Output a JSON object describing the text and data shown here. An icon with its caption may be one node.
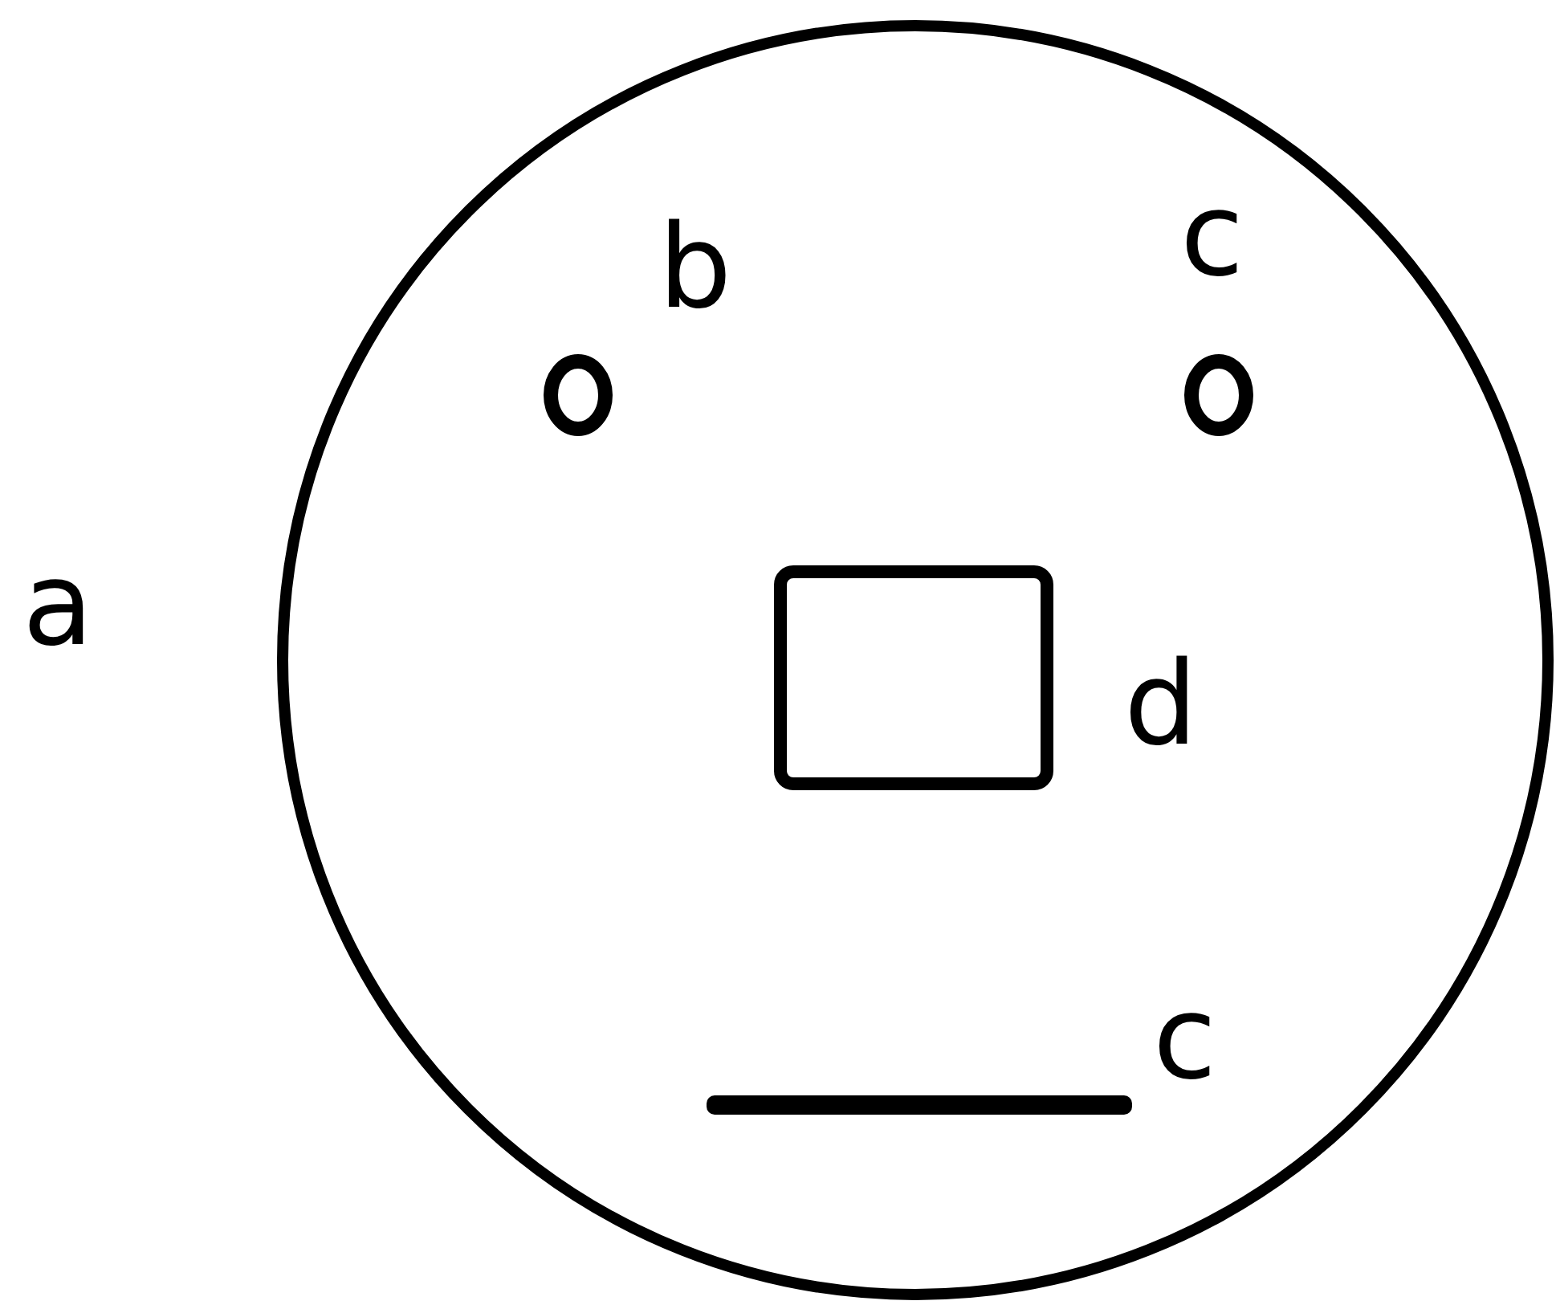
{
  "diagram": {
    "nodes": [
      {
        "text": [
          "a"
        ]
      },
      {
        "text": [
          "b"
        ],
        "in": 0
      },
      {
        "text": [
          "c"
        ],
        "in": 0
      },
      {
        "text": [
          "d"
        ],
        "in": 0
      },
      {
        "text": [
          "c"
        ],
        "in": 0
      }
    ]
  }
}
